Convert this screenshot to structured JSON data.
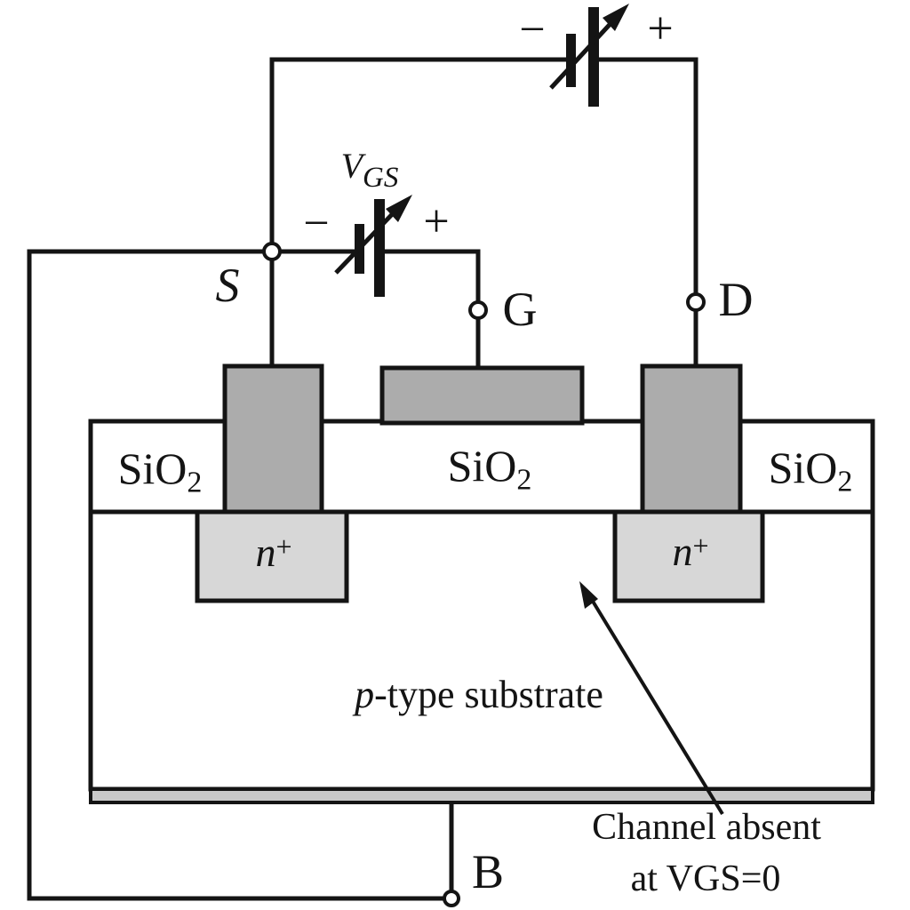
{
  "colors": {
    "line": "#141414",
    "contact": "#acacac",
    "n_plus": "#d7d7d7",
    "substrate_contact_bar": "#c9c9c9",
    "node_fill": "#ffffff",
    "background": "#ffffff"
  },
  "terminals": {
    "source": "S",
    "gate": "G",
    "drain": "D",
    "body": "B"
  },
  "voltage_sources": {
    "gate_source": {
      "name": "V",
      "subscript": "GS",
      "minus": "−",
      "plus": "+"
    },
    "drain_source": {
      "minus": "−",
      "plus": "+"
    }
  },
  "regions": {
    "oxide": {
      "main": "SiO",
      "sub": "2"
    },
    "n_plus": {
      "main": "n",
      "sup": "+"
    },
    "substrate": {
      "italic_part": "p",
      "rest": "-type substrate"
    }
  },
  "annotation": {
    "line1": "Channel absent",
    "line2": "at VGS=0"
  }
}
